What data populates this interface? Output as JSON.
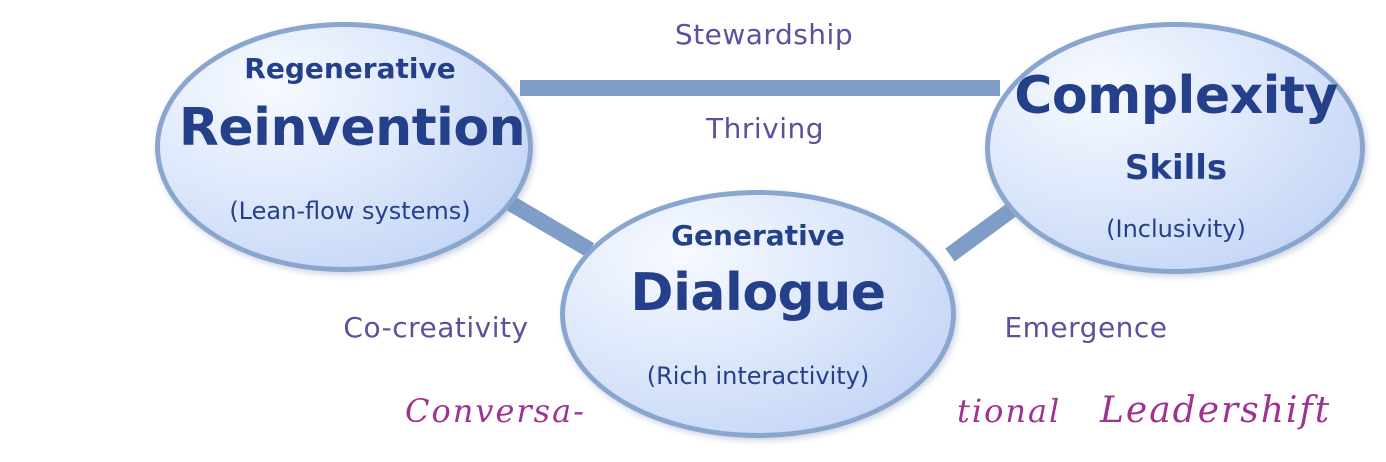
{
  "nodes": {
    "reinvention": {
      "kicker": "Regenerative",
      "title": "Reinvention",
      "subtitle": "(Lean-flow systems)"
    },
    "complexity": {
      "title": "Complexity",
      "kicker": "Skills",
      "subtitle": "(Inclusivity)"
    },
    "dialogue": {
      "kicker": "Generative",
      "title": "Dialogue",
      "subtitle": "(Rich interactivity)"
    }
  },
  "edge_labels": {
    "top": "Stewardship",
    "center": "Thriving",
    "left": "Co-creativity",
    "right": "Emergence"
  },
  "tagline": {
    "part1": "Conversa-",
    "part2": "tional",
    "part3": "Leadershift"
  },
  "colors": {
    "node_fill": "#cfddf7",
    "node_border": "#8aa6cf",
    "connector": "#7f9dc6",
    "node_text": "#25408a",
    "edge_label_text": "#5f509b",
    "tagline_text": "#a0338f"
  }
}
